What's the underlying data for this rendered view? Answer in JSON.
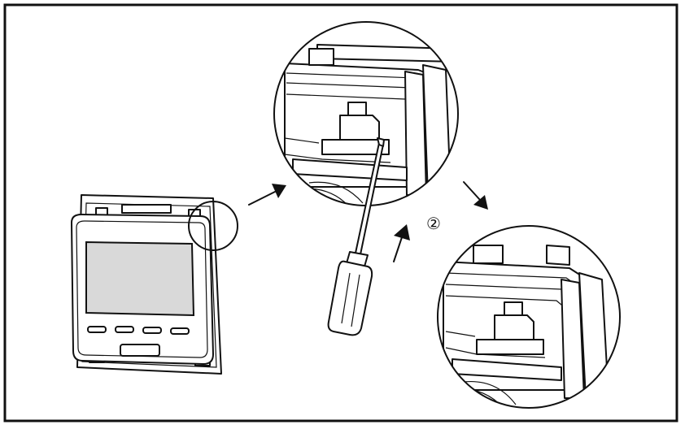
{
  "diagram": {
    "step_label": "②",
    "colors": {
      "line": "#111111",
      "background": "#ffffff",
      "screen": "#d9d9d9"
    },
    "icons": [
      "thermostat-device",
      "screwdriver-icon",
      "arrow-icon",
      "magnified-detail-circle"
    ]
  }
}
